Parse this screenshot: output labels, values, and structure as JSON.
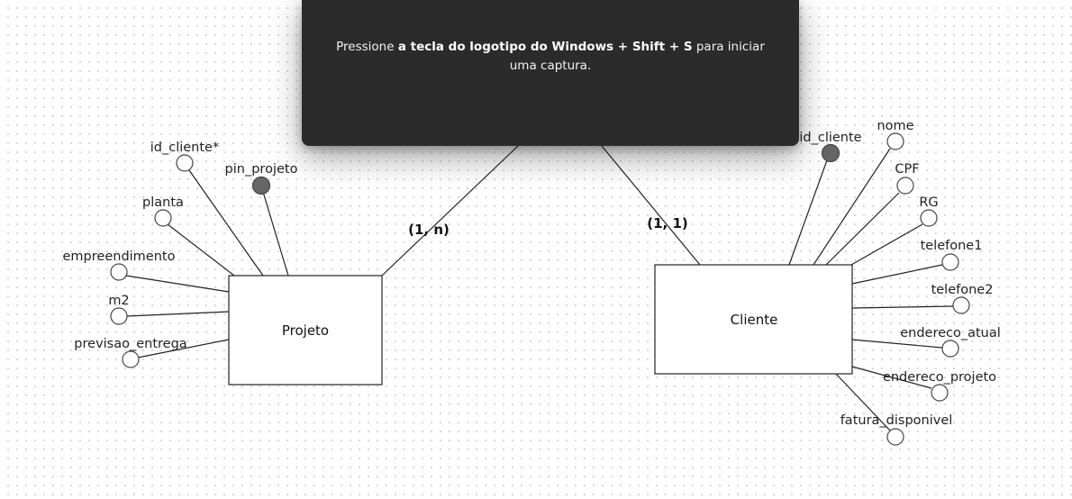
{
  "diagram": {
    "entities": [
      {
        "id": "projeto",
        "label": "Projeto"
      },
      {
        "id": "cliente",
        "label": "Cliente"
      }
    ],
    "relationship": {
      "cardinality_projeto": "(1, n)",
      "cardinality_cliente": "(1, 1)"
    },
    "projeto_attributes": [
      {
        "label": "id_cliente*",
        "key": false
      },
      {
        "label": "pin_projeto",
        "key": true
      },
      {
        "label": "planta",
        "key": false
      },
      {
        "label": "empreendimento",
        "key": false
      },
      {
        "label": "m2",
        "key": false
      },
      {
        "label": "previsao_entrega",
        "key": false
      }
    ],
    "cliente_attributes": [
      {
        "label": "id_cliente",
        "key": true
      },
      {
        "label": "nome",
        "key": false
      },
      {
        "label": "CPF",
        "key": false
      },
      {
        "label": "RG",
        "key": false
      },
      {
        "label": "telefone1",
        "key": false
      },
      {
        "label": "telefone2",
        "key": false
      },
      {
        "label": "endereco_atual",
        "key": false
      },
      {
        "label": "endereco_projeto",
        "key": false
      },
      {
        "label": "fatura_disponivel",
        "key": false
      }
    ]
  },
  "toast": {
    "text_prefix": "Pressione ",
    "text_bold_1": "a tecla do logotipo do Windows",
    "text_plus_1": " + ",
    "text_bold_2": "Shift",
    "text_plus_2": " + ",
    "text_bold_3": "S",
    "text_suffix": " para iniciar uma captura."
  },
  "colors": {
    "background": "#ffffff",
    "grid_dot": "#cfcfcf",
    "line": "#222222",
    "key_attribute_fill": "#666666",
    "toast_background": "#2b2b2b",
    "toast_text": "#f2f2f2"
  }
}
